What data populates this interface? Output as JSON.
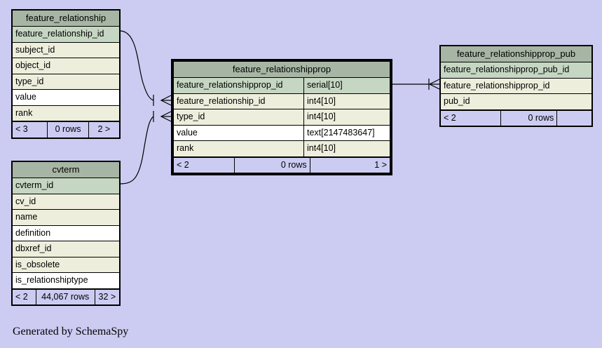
{
  "diagram": {
    "background_color": "#ccccf2",
    "caption": "Generated by SchemaSpy",
    "header_color": "#a7b6a4",
    "pk_color": "#c5d6c2",
    "column_color": "#eeeedd",
    "indexed_color": "#ffffff",
    "border_color": "#000000"
  },
  "tables": {
    "feature_relationship": {
      "name": "feature_relationship",
      "columns": [
        {
          "name": "feature_relationship_id",
          "type": "",
          "kind": "pk"
        },
        {
          "name": "subject_id",
          "type": "",
          "kind": "column"
        },
        {
          "name": "object_id",
          "type": "",
          "kind": "column"
        },
        {
          "name": "type_id",
          "type": "",
          "kind": "column"
        },
        {
          "name": "value",
          "type": "",
          "kind": "plain"
        },
        {
          "name": "rank",
          "type": "",
          "kind": "column"
        }
      ],
      "footer": {
        "left": "< 3",
        "middle": "0 rows",
        "right": "2 >"
      }
    },
    "feature_relationshipprop": {
      "name": "feature_relationshipprop",
      "focus": true,
      "columns": [
        {
          "name": "feature_relationshipprop_id",
          "type": "serial[10]",
          "kind": "pk"
        },
        {
          "name": "feature_relationship_id",
          "type": "int4[10]",
          "kind": "column"
        },
        {
          "name": "type_id",
          "type": "int4[10]",
          "kind": "column"
        },
        {
          "name": "value",
          "type": "text[2147483647]",
          "kind": "plain"
        },
        {
          "name": "rank",
          "type": "int4[10]",
          "kind": "column"
        }
      ],
      "footer": {
        "left": "< 2",
        "middle": "0 rows",
        "right": "1 >"
      }
    },
    "feature_relationshipprop_pub": {
      "name": "feature_relationshipprop_pub",
      "columns": [
        {
          "name": "feature_relationshipprop_pub_id",
          "type": "",
          "kind": "pk"
        },
        {
          "name": "feature_relationshipprop_id",
          "type": "",
          "kind": "column"
        },
        {
          "name": "pub_id",
          "type": "",
          "kind": "column"
        }
      ],
      "footer": {
        "left": "< 2",
        "middle": "0 rows",
        "right": ""
      }
    },
    "cvterm": {
      "name": "cvterm",
      "columns": [
        {
          "name": "cvterm_id",
          "type": "",
          "kind": "pk"
        },
        {
          "name": "cv_id",
          "type": "",
          "kind": "column"
        },
        {
          "name": "name",
          "type": "",
          "kind": "column"
        },
        {
          "name": "definition",
          "type": "",
          "kind": "plain"
        },
        {
          "name": "dbxref_id",
          "type": "",
          "kind": "column"
        },
        {
          "name": "is_obsolete",
          "type": "",
          "kind": "column"
        },
        {
          "name": "is_relationshiptype",
          "type": "",
          "kind": "plain"
        }
      ],
      "footer": {
        "left": "< 2",
        "middle": "44,067 rows",
        "right": "32 >"
      }
    }
  },
  "relationships": [
    {
      "name": "feature_relationship-to-feature_relationshipprop",
      "from_table": "feature_relationship",
      "from_column": "feature_relationship_id",
      "to_table": "feature_relationshipprop",
      "to_column": "feature_relationship_id"
    },
    {
      "name": "cvterm-to-feature_relationshipprop",
      "from_table": "cvterm",
      "from_column": "cvterm_id",
      "to_table": "feature_relationshipprop",
      "to_column": "type_id"
    },
    {
      "name": "feature_relationshipprop-to-feature_relationshipprop_pub",
      "from_table": "feature_relationshipprop",
      "from_column": "feature_relationshipprop_id",
      "to_table": "feature_relationshipprop_pub",
      "to_column": "feature_relationshipprop_id"
    }
  ]
}
